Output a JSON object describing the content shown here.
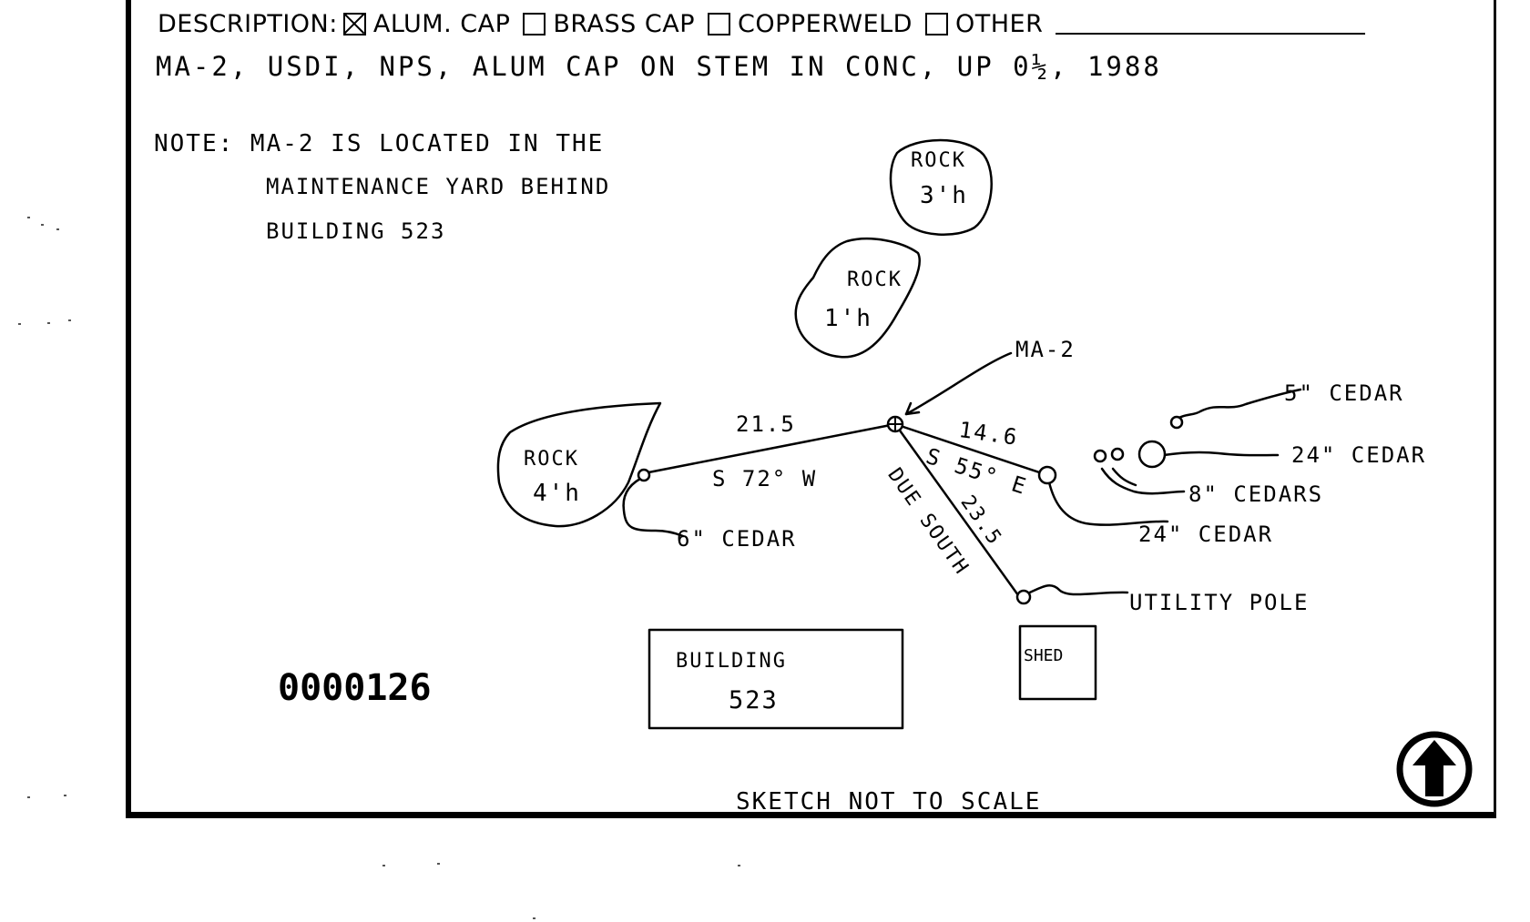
{
  "description": {
    "label": "DESCRIPTION:",
    "options": [
      {
        "label": "ALUM. CAP",
        "checked": true
      },
      {
        "label": "BRASS CAP",
        "checked": false
      },
      {
        "label": "COPPERWELD",
        "checked": false
      },
      {
        "label": "OTHER",
        "checked": false
      }
    ]
  },
  "monument_line": "MA-2, USDI, NPS, ALUM CAP ON STEM IN CONC, UP 0½, 1988",
  "note": {
    "line1": "NOTE:  MA-2   IS LOCATED IN THE",
    "line2": "MAINTENANCE YARD BEHIND",
    "line3": "BUILDING 523"
  },
  "sketch": {
    "rock_3h": {
      "name": "ROCK",
      "height": "3'h"
    },
    "rock_1h": {
      "name": "ROCK",
      "height": "1'h"
    },
    "rock_4h": {
      "name": "ROCK",
      "height": "4'h"
    },
    "station": "MA-2",
    "dist_west": "21.5",
    "bearing_west": "S 72° W",
    "dist_east": "14.6",
    "bearing_east": "S 55° E",
    "dist_south": "23.5",
    "bearing_south": "DUE SOUTH",
    "labels": {
      "cedar_5": "5\" CEDAR",
      "cedar_24_top": "24\" CEDAR",
      "cedars_8": "8\" CEDARS",
      "cedar_24_bottom": "24\" CEDAR",
      "cedar_6": "6\" CEDAR",
      "utility_pole": "UTILITY POLE",
      "building_name": "BUILDING",
      "building_number": "523",
      "shed": "SHED"
    },
    "stamp_number": "0000126",
    "footer": "SKETCH NOT TO SCALE"
  },
  "icons": {
    "north_arrow": "north-arrow-icon"
  }
}
